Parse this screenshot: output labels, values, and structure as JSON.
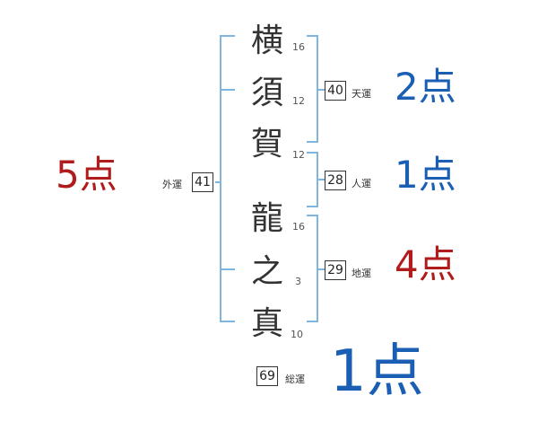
{
  "name_chars": [
    {
      "char": "横",
      "strokes": "16"
    },
    {
      "char": "須",
      "strokes": "12"
    },
    {
      "char": "賀",
      "strokes": "12"
    },
    {
      "char": "龍",
      "strokes": "16"
    },
    {
      "char": "之",
      "strokes": "3"
    },
    {
      "char": "真",
      "strokes": "10"
    }
  ],
  "fortunes": {
    "tenkaku": {
      "label": "天運",
      "value": "40",
      "score": "2点",
      "color": "#1a5fb4"
    },
    "jinkaku": {
      "label": "人運",
      "value": "28",
      "score": "1点",
      "color": "#1a5fb4"
    },
    "chikaku": {
      "label": "地運",
      "value": "29",
      "score": "4点",
      "color": "#b01c1c"
    },
    "gaikaku": {
      "label": "外運",
      "value": "41",
      "score": "5点",
      "color": "#b01c1c"
    },
    "soukaku": {
      "label": "総運",
      "value": "69",
      "score": "1点",
      "color": "#1a5fb4"
    }
  },
  "colors": {
    "bracket": "#7fb6e0",
    "text": "#333333"
  }
}
